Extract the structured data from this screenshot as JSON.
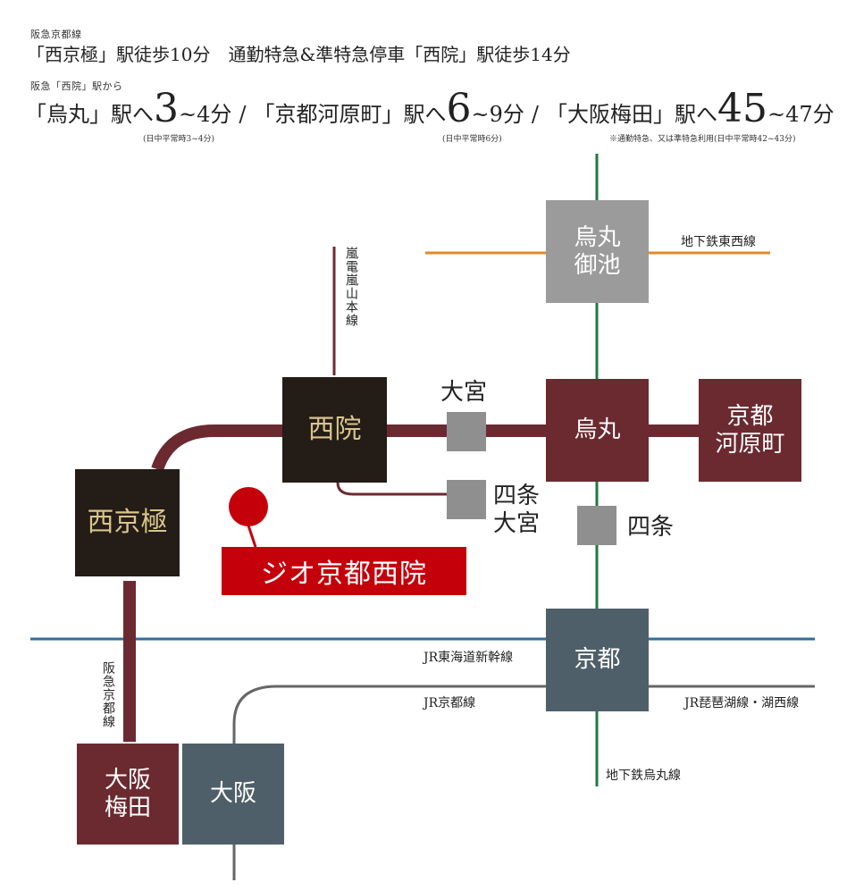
{
  "header": {
    "line_label": "阪急京都線",
    "access1": "「西京極」駅徒歩10分　通勤特急&準特急停車「西院」駅徒歩14分",
    "from_label": "阪急「西院」駅から",
    "karasuma_name": "「烏丸」駅へ",
    "karasuma_big": "3",
    "karasuma_rest": "~4分",
    "sep1": "/",
    "kawaramachi_name": "「京都河原町」駅へ",
    "kawaramachi_big": "6",
    "kawaramachi_rest": "~9分",
    "sep2": "/",
    "umeda_name": "「大阪梅田」駅へ",
    "umeda_big": "45",
    "umeda_rest": "~47分",
    "note_karasuma": "(日中平常時3~4分)",
    "note_kawaramachi": "(日中平常時6分)",
    "note_umeda": "※通勤特急、又は準特急利用(日中平常時42~43分)"
  },
  "lines": {
    "tozai": "地下鉄東西線",
    "randen": "嵐電嵐山本線",
    "hankyu": "阪急京都線",
    "shinkansen": "JR東海道新幹線",
    "jr_kyoto": "JR京都線",
    "jr_biwako": "JR琵琶湖線・湖西線",
    "karasuma_line": "地下鉄烏丸線"
  },
  "stations": {
    "karasuma_oike": "烏丸\n御池",
    "saiin": "西院",
    "omiya": "大宮",
    "karasuma": "烏丸",
    "kawaramachi": "京都\n河原町",
    "nishikyogoku": "西京極",
    "shijo_omiya": "四条\n大宮",
    "shijo": "四条",
    "kyoto": "京都",
    "osaka_umeda": "大阪\n梅田",
    "osaka": "大阪"
  },
  "property": {
    "name": "ジオ京都西院",
    "pin_color": "#c4000b"
  },
  "colors": {
    "hankyu": "#6b2a30",
    "tozai": "#e08a2c",
    "karasuma_line": "#1f7a3e",
    "shinkansen": "#2f6ea0",
    "jr": "#666666"
  }
}
